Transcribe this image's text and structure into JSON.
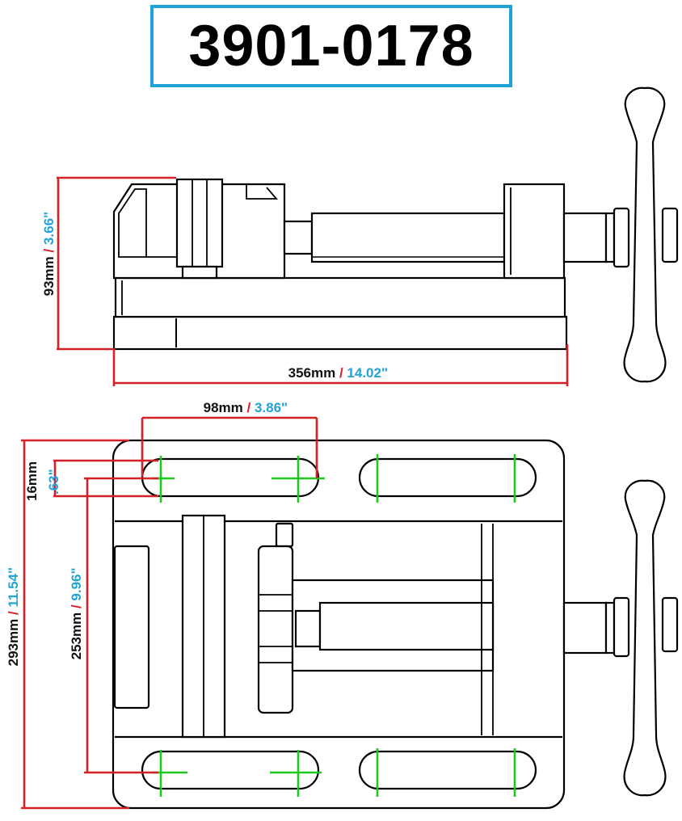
{
  "part_number": "3901-0178",
  "colors": {
    "box_border": "#1fa3d8",
    "dimension_line": "#d42026",
    "mm_text": "#111111",
    "inch_text": "#1fa3d8",
    "separator": "#d42026",
    "slot_center": "#1ec81e",
    "outline": "#000000"
  },
  "dimensions": {
    "height": {
      "mm": "93mm",
      "sep": " / ",
      "inch": "3.66\""
    },
    "length": {
      "mm": "356mm",
      "sep": " / ",
      "inch": "14.02\""
    },
    "slot_length": {
      "mm": "98mm",
      "sep": " / ",
      "inch": "3.86\""
    },
    "slot_width": {
      "mm": "16mm",
      "inch": ".63\""
    },
    "slot_spacing": {
      "mm": "253mm",
      "sep": " / ",
      "inch": "9.96\""
    },
    "width": {
      "mm": "293mm",
      "sep": " / ",
      "inch": "11.54\""
    }
  }
}
